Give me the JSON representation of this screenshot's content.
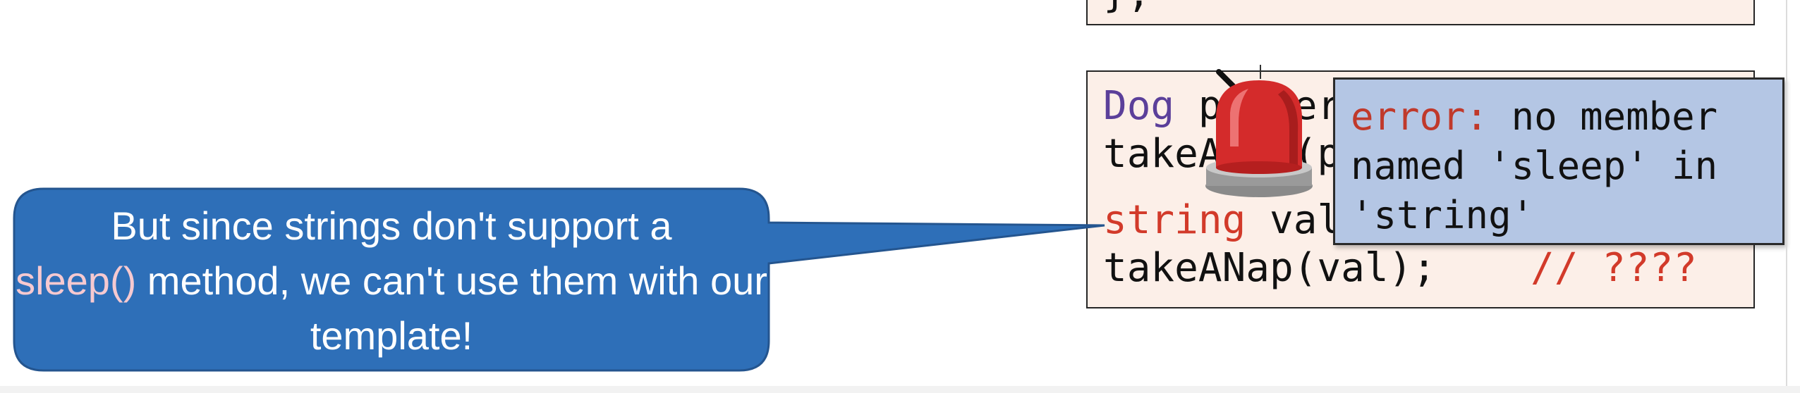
{
  "code_top": {
    "fragment": "};"
  },
  "code_main": {
    "line1_type": "Dog",
    "line1_rest": " puppers",
    "line2": "takeANap(puppers);",
    "line3_type": "string",
    "line3_rest": " val",
    "line4_code": "takeANap(val);",
    "line4_comment": "// ????"
  },
  "error_popup": {
    "label": "error:",
    "message": " no member\nnamed 'sleep' in\n'string'"
  },
  "callout": {
    "text_before": "But since strings don't support a",
    "highlight": "sleep()",
    "text_after": " method, we can't use them with our template!"
  },
  "colors": {
    "callout_fill": "#2e6fb8",
    "error_fill": "#b4c6e4",
    "code_bg": "#fcefe8",
    "type_keyword": "#5b3f9a",
    "string_keyword": "#d23a2a",
    "alarm_red": "#d42b2b"
  },
  "icons": {
    "alarm": "siren-alarm-icon"
  }
}
